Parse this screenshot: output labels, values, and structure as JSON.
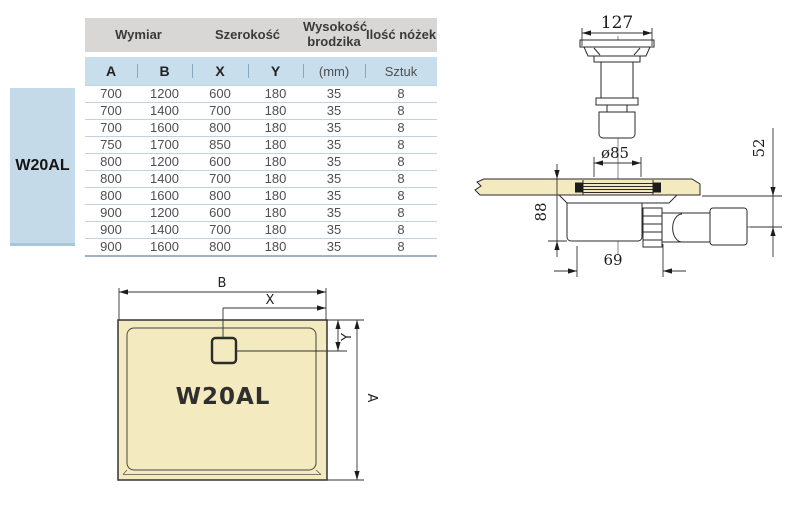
{
  "table": {
    "model_label": "W20AL",
    "group_headers": [
      "Wymiar",
      "Szerokość",
      "Wysokość brodzika",
      "Ilość nóżek"
    ],
    "column_headers": [
      "A",
      "B",
      "X",
      "Y",
      "(mm)",
      "Sztuk"
    ],
    "rows": [
      [
        "700",
        "1200",
        "600",
        "180",
        "35",
        "8"
      ],
      [
        "700",
        "1400",
        "700",
        "180",
        "35",
        "8"
      ],
      [
        "700",
        "1600",
        "800",
        "180",
        "35",
        "8"
      ],
      [
        "750",
        "1700",
        "850",
        "180",
        "35",
        "8"
      ],
      [
        "800",
        "1200",
        "600",
        "180",
        "35",
        "8"
      ],
      [
        "800",
        "1400",
        "700",
        "180",
        "35",
        "8"
      ],
      [
        "800",
        "1600",
        "800",
        "180",
        "35",
        "8"
      ],
      [
        "900",
        "1200",
        "600",
        "180",
        "35",
        "8"
      ],
      [
        "900",
        "1400",
        "700",
        "180",
        "35",
        "8"
      ],
      [
        "900",
        "1600",
        "800",
        "180",
        "35",
        "8"
      ]
    ]
  },
  "side_view": {
    "dim_top_width": "127",
    "dim_diameter": "ø85",
    "dim_depth": "88",
    "dim_outlet": "69",
    "dim_drop": "52"
  },
  "top_view": {
    "label": "W20AL",
    "dim_length": "B",
    "dim_drain_x": "X",
    "dim_drain_y": "Y",
    "dim_width": "A"
  },
  "colors": {
    "header_gray": "#d8d7d5",
    "header_blue": "#c8deec",
    "model_cell_blue": "#c4dae9",
    "row_separator": "#c0d3df",
    "tray_beige": "#f3eabf"
  }
}
